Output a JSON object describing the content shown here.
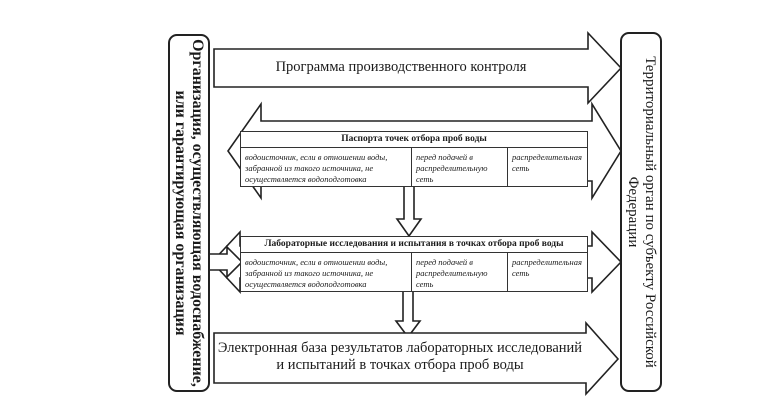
{
  "left_box": {
    "line1": "Организация, осуществляющая водоснабжение,",
    "line2": "или гарантирующая организация"
  },
  "right_box": {
    "line1": "Территориальный орган по субъекту Российской",
    "line2": "Федерации"
  },
  "top_arrow": {
    "label": "Программа производственного контроля"
  },
  "bottom_arrow": {
    "line1": "Электронная база результатов лабораторных исследований",
    "line2": "и испытаний в точках отбора проб воды"
  },
  "table_passports": {
    "title": "Паспорта точек отбора проб воды",
    "cells": [
      "водоисточник, если в отношении воды, забранной из такого источника, не осуществляется водоподготовка",
      "перед подачей в распределительную сеть",
      "распределительная сеть"
    ]
  },
  "table_lab": {
    "title": "Лабораторные исследования и испытания в точках отбора проб воды",
    "cells": [
      "водоисточник, если в отношении воды, забранной из такого источника, не осуществляется водоподготовка",
      "перед подачей в распределительную сеть",
      "распределительная сеть"
    ]
  }
}
